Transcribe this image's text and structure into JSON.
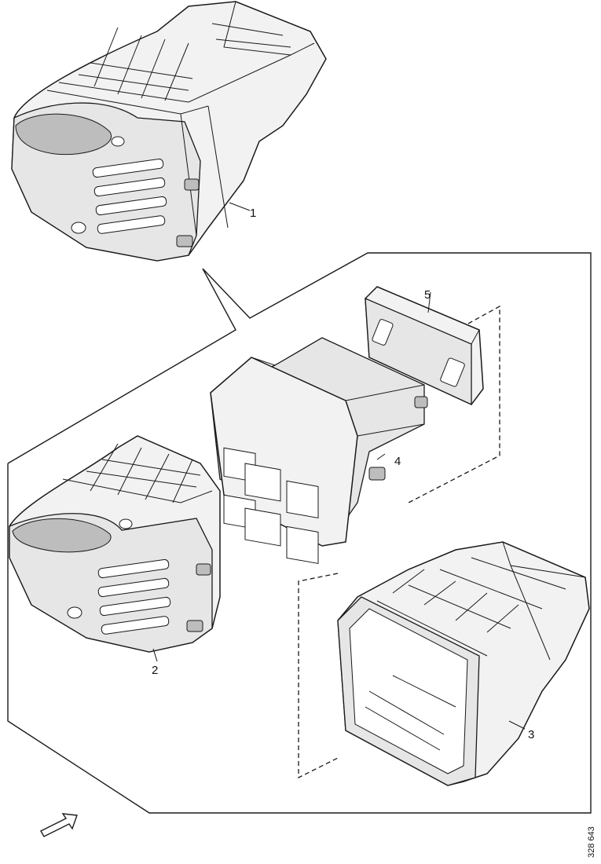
{
  "diagram": {
    "callouts": [
      "1",
      "2",
      "3",
      "4",
      "5"
    ],
    "reference_code": "328 643"
  },
  "icons": {
    "direction": "arrow-right-up-icon"
  }
}
